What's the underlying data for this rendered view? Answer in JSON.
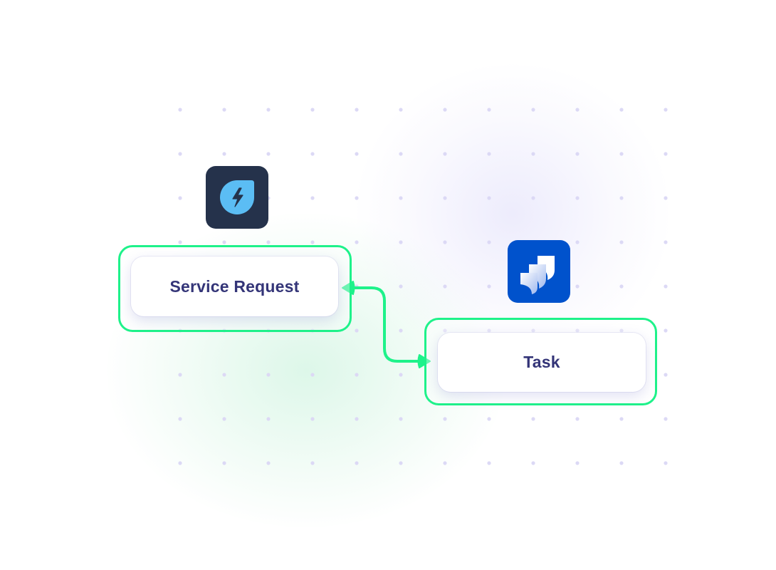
{
  "diagram": {
    "type": "integration-flow",
    "nodes": [
      {
        "id": "source",
        "label": "Service Request",
        "app_icon": "freshservice-icon"
      },
      {
        "id": "target",
        "label": "Task",
        "app_icon": "jira-work-management-icon"
      }
    ],
    "connector": {
      "from": "source",
      "to": "target",
      "direction": "bidirectional"
    }
  },
  "colors": {
    "accent_green": "#1ef28a",
    "node_text": "#343578",
    "dot": "#dcd9f5",
    "freshservice_bg": "#25324b",
    "freshservice_leaf": "#5bbdf4",
    "jira_bg": "#0052cc"
  }
}
